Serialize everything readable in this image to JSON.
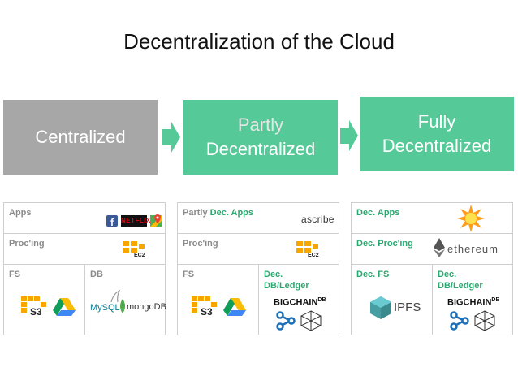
{
  "title": "Decentralization of the Cloud",
  "colors": {
    "centralized": "#a7a7a7",
    "decentralized": "#55c997",
    "arrow": "#55c997",
    "label_gray": "#8a8a8a",
    "label_green": "#2ba86f",
    "border": "#cfcfcf"
  },
  "headers": {
    "centralized": "Centralized",
    "partly_line1": "Partly",
    "partly_line2": "Decentralized",
    "fully_line1": "Fully",
    "fully_line2": "Decentralized"
  },
  "columns": {
    "centralized": {
      "apps": "Apps",
      "proc": "Proc'ing",
      "fs": "FS",
      "db": "DB",
      "logos": {
        "apps": [
          "facebook-icon",
          "netflix-logo",
          "google-maps-icon"
        ],
        "proc": [
          "aws-ec2-icon"
        ],
        "fs": [
          "aws-s3-icon",
          "google-drive-icon"
        ],
        "db": [
          "mysql-logo",
          "mongodb-logo"
        ]
      },
      "netflix": "NETFLIX",
      "ec2": "EC2",
      "s3": "S3",
      "mysql": "MySQL",
      "mongodb": "mongoDB"
    },
    "partly": {
      "apps_prefix": "Partly ",
      "apps_suffix": "Dec. Apps",
      "proc": "Proc'ing",
      "fs": "FS",
      "db_line1": "Dec.",
      "db_line2": "DB/Ledger",
      "ascribe": "ascribe",
      "ec2": "EC2",
      "s3": "S3",
      "bigchain": "BIGCHAIN",
      "bigchain_db": "DB"
    },
    "fully": {
      "apps": "Dec. Apps",
      "proc": "Dec. Proc'ing",
      "fs": "Dec. FS",
      "db_line1": "Dec.",
      "db_line2": "DB/Ledger",
      "ethereum": "ethereum",
      "ipfs": "IPFS",
      "bigchain": "BIGCHAIN",
      "bigchain_db": "DB"
    }
  }
}
